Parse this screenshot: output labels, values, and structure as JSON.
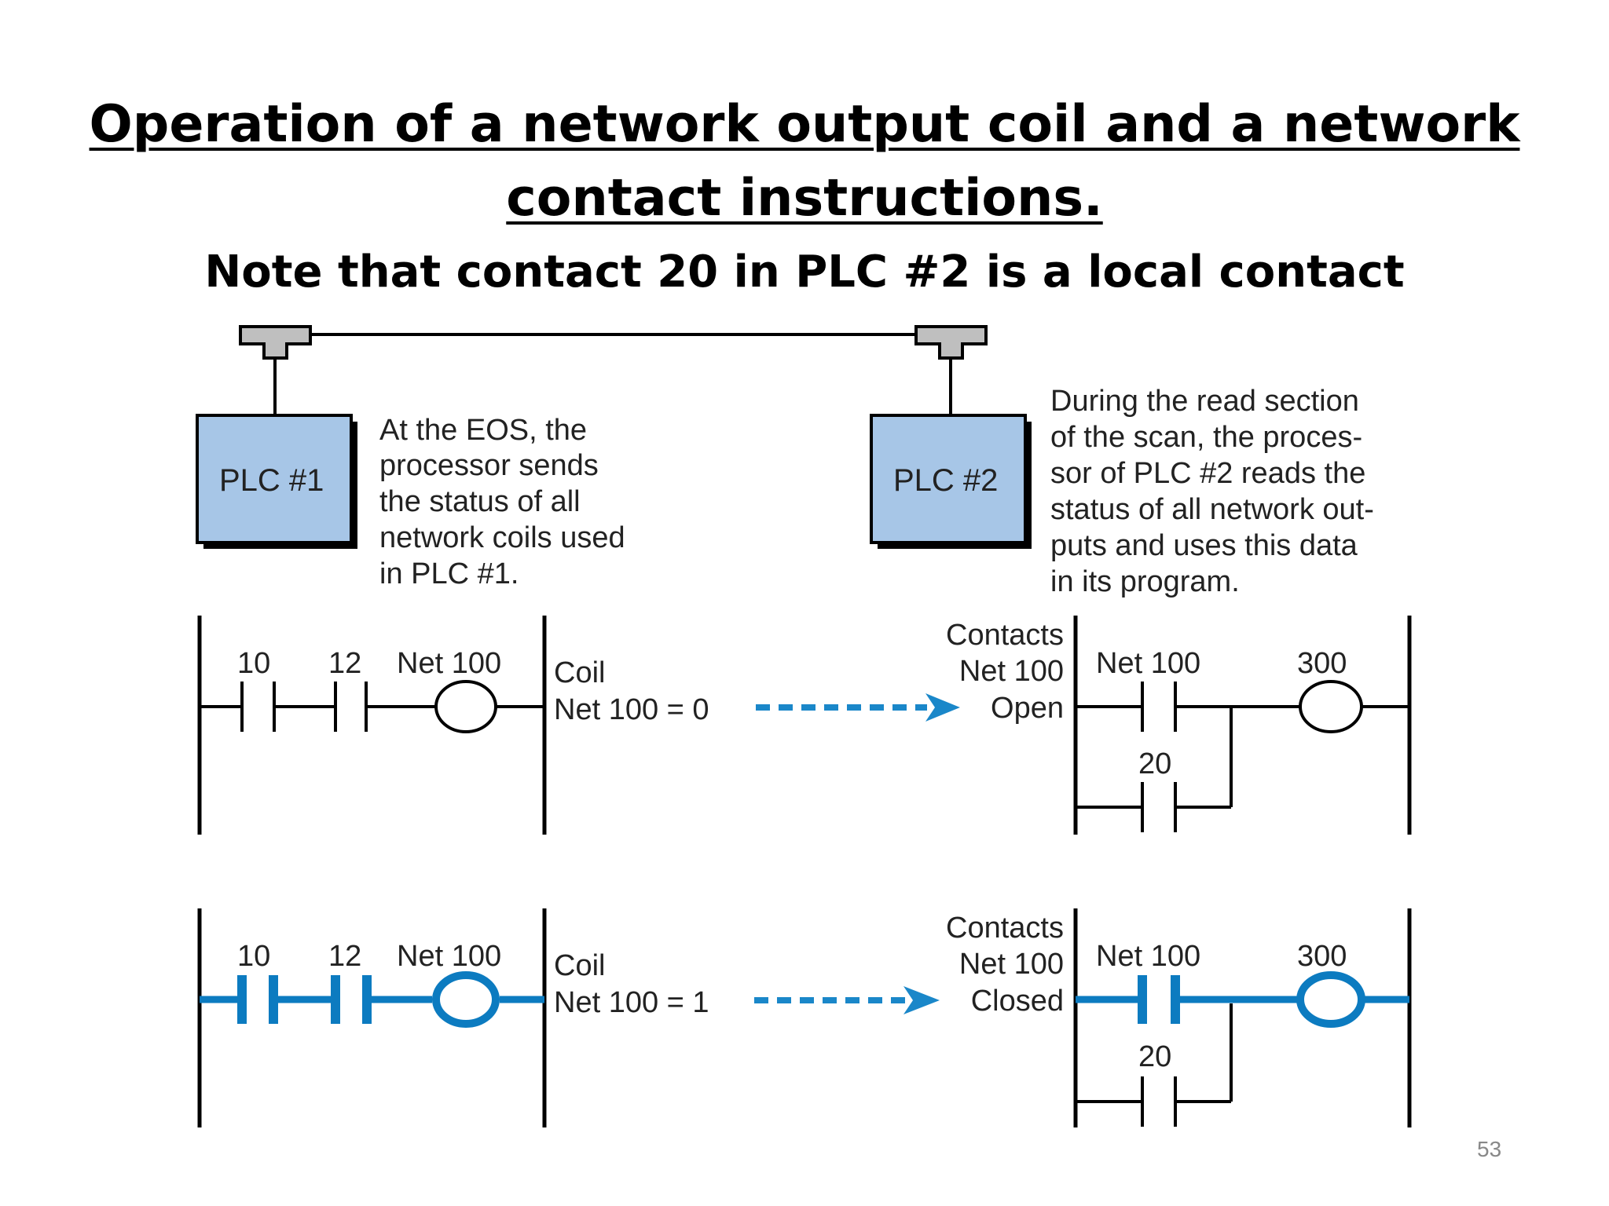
{
  "title": "Operation of a network output coil and a network contact instructions.",
  "subtitle": "Note that contact 20 in PLC #2 is a local contact",
  "plc1": {
    "label": "PLC #1",
    "description": [
      "At the EOS, the",
      "processor sends",
      "the status of all",
      "network coils used",
      "in PLC #1."
    ]
  },
  "plc2": {
    "label": "PLC #2",
    "description": [
      "During the read section",
      "of the scan, the proces-",
      "sor of PLC #2 reads the",
      "status of all network out-",
      "puts and uses this data",
      "in its program."
    ]
  },
  "rung_open": {
    "contact_a": "10",
    "contact_b": "12",
    "coil_label": "Net 100",
    "coil_text": "Coil",
    "coil_status": "Net 100 = 0",
    "contacts_title": "Contacts",
    "contacts_net": "Net 100",
    "contacts_state": "Open",
    "net_contact": "Net 100",
    "output": "300",
    "local_contact": "20"
  },
  "rung_closed": {
    "contact_a": "10",
    "contact_b": "12",
    "coil_label": "Net 100",
    "coil_text": "Coil",
    "coil_status": "Net 100 = 1",
    "contacts_title": "Contacts",
    "contacts_net": "Net 100",
    "contacts_state": "Closed",
    "net_contact": "Net 100",
    "output": "300",
    "local_contact": "20"
  },
  "colors": {
    "plc_box": "#a7c6e7",
    "energized": "#0c7bc0",
    "arrow": "#1a87c9"
  },
  "page_number": "53"
}
